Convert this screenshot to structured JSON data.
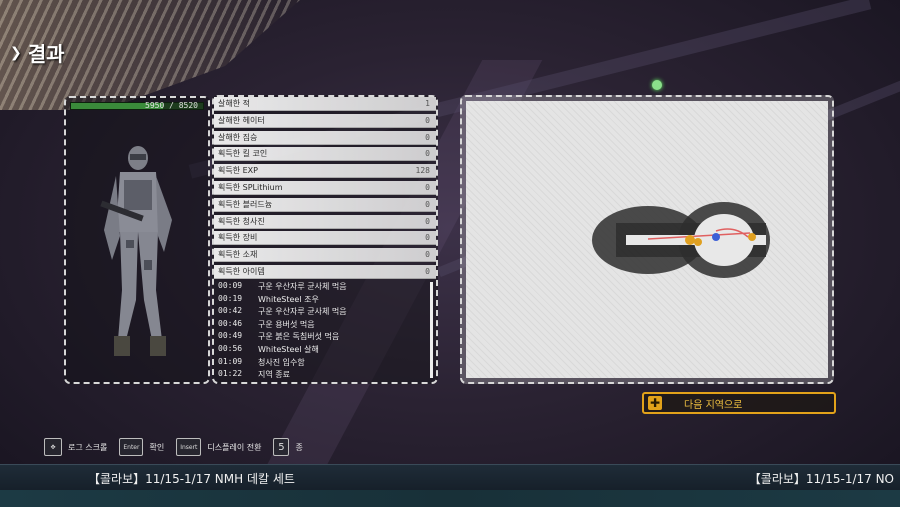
{
  "screen": {
    "title": "결과"
  },
  "character": {
    "hp_text": "5950 / 8520",
    "hp_fraction": 0.698
  },
  "stats": [
    {
      "label": "살해한 적",
      "value": "1"
    },
    {
      "label": "살해한 헤이터",
      "value": "0"
    },
    {
      "label": "살해한 짐승",
      "value": "0"
    },
    {
      "label": "획득한 킬 코인",
      "value": "0"
    },
    {
      "label": "획득한 EXP",
      "value": "128"
    },
    {
      "label": "획득한 SPLithium",
      "value": "0"
    },
    {
      "label": "획득한 블러드늄",
      "value": "0"
    },
    {
      "label": "획득한 청사진",
      "value": "0"
    },
    {
      "label": "획득한 장비",
      "value": "0"
    },
    {
      "label": "획득한 소재",
      "value": "0"
    },
    {
      "label": "획득한 아이템",
      "value": "0"
    }
  ],
  "log": [
    {
      "time": "00:09",
      "text": "구운 우산자루 균사체 먹음"
    },
    {
      "time": "00:19",
      "text": "WhiteSteel 조우"
    },
    {
      "time": "00:42",
      "text": "구운 우산자루 균사체 먹음"
    },
    {
      "time": "00:46",
      "text": "구운 용버섯 먹음"
    },
    {
      "time": "00:49",
      "text": "구운 붉은 독침버섯 먹음"
    },
    {
      "time": "00:56",
      "text": "WhiteSteel 살해"
    },
    {
      "time": "01:09",
      "text": "청사진 입수함"
    },
    {
      "time": "01:22",
      "text": "지역 종료"
    }
  ],
  "next_button": {
    "label": "다음 지역으로",
    "icon": "plus-icon"
  },
  "controls": [
    {
      "key": "",
      "icon": "dpad-icon",
      "label": "로그 스크롤"
    },
    {
      "key": "Enter",
      "label": "확인"
    },
    {
      "key": "Insert",
      "label": "디스플레이 전환"
    },
    {
      "key": "5",
      "label": "종"
    }
  ],
  "ticker": {
    "message1": "【콜라보】11/15-1/17 NMH 데칼 세트",
    "message2": "【콜라보】11/15-1/17 NO"
  },
  "colors": {
    "accent": "#e2a21a",
    "hp": "#3a8a3a",
    "ticker_bg": "#1f2c38"
  }
}
